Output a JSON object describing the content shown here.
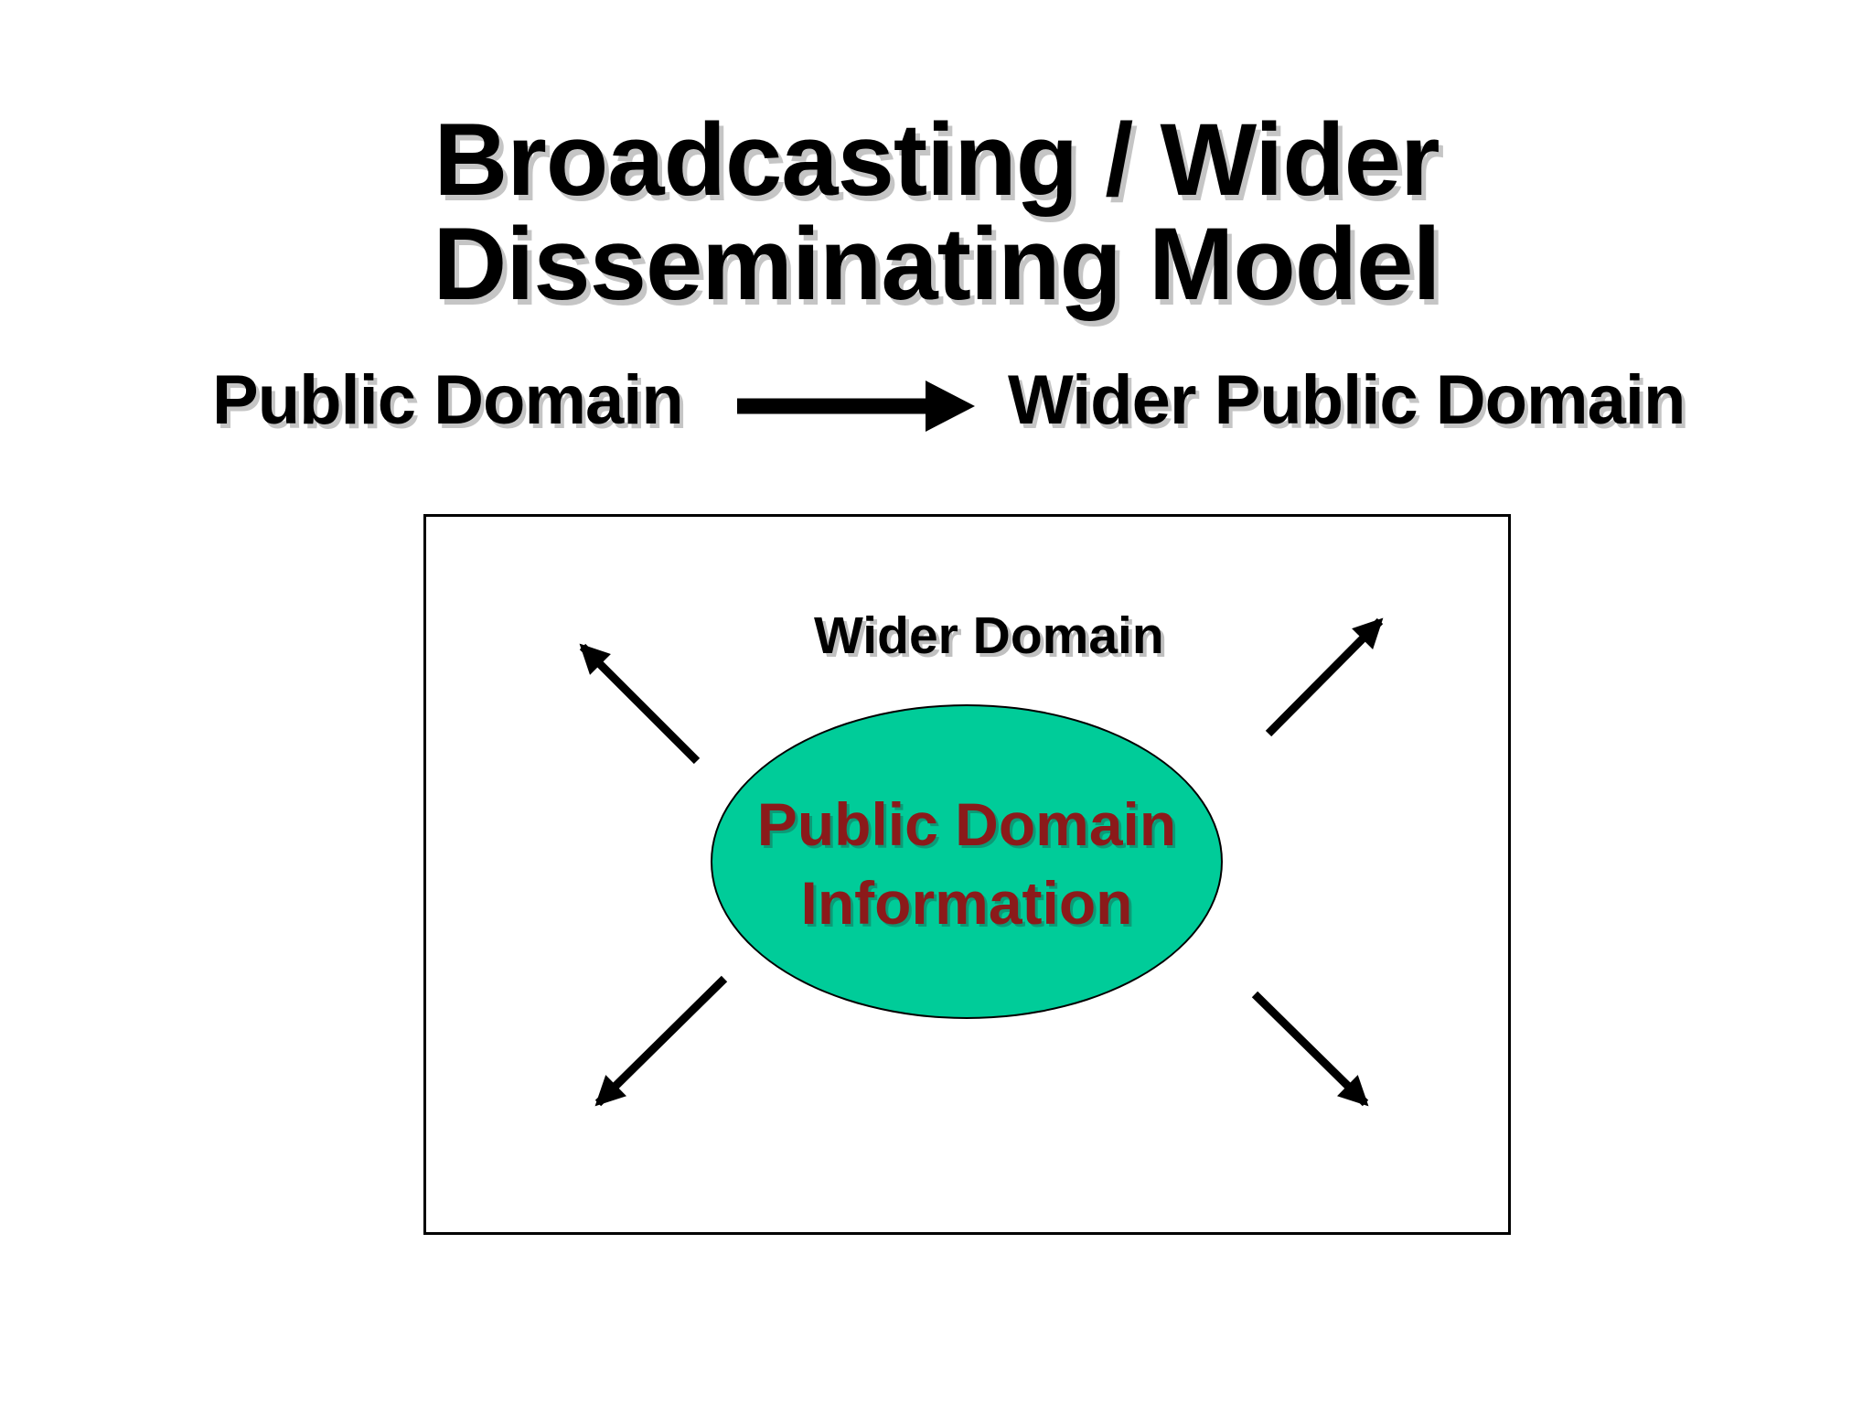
{
  "title": {
    "line1": "Broadcasting / Wider",
    "line2": "Disseminating Model"
  },
  "flow": {
    "source_label": "Public Domain",
    "target_label": "Wider Public Domain"
  },
  "diagram": {
    "region_label": "Wider Domain",
    "ellipse": {
      "line1": "Public Domain",
      "line2": "Information"
    }
  },
  "colors": {
    "ellipse_fill": "#00CC99",
    "ellipse_stroke": "#000000",
    "ellipse_text": "#8B1A1A",
    "arrow": "#000000",
    "box_border": "#000000",
    "title_text": "#000000"
  }
}
